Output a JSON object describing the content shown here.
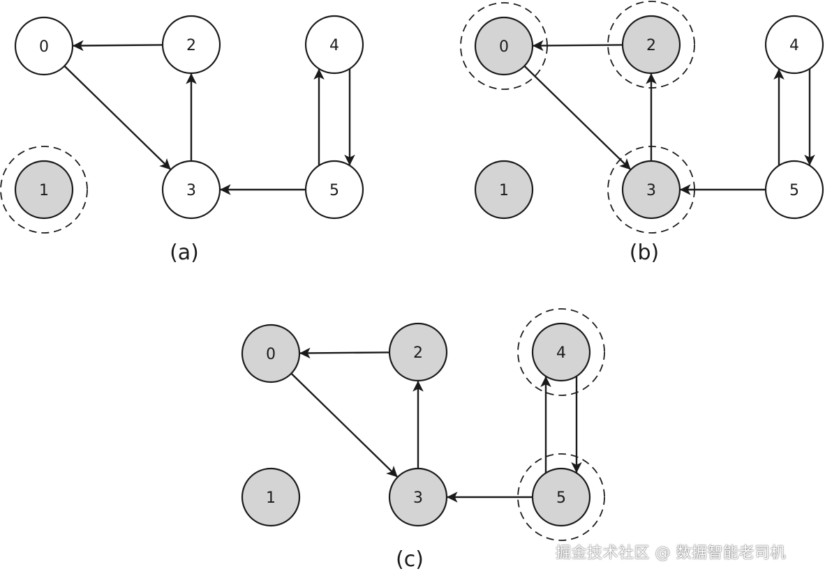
{
  "colors": {
    "visited_fill": "#d4d4d4",
    "unvisited_fill": "#ffffff",
    "stroke": "#1a1a1a"
  },
  "panels": [
    {
      "caption": "(a)",
      "nodes": [
        {
          "id": "0",
          "label": "0",
          "visited": false,
          "highlighted": false
        },
        {
          "id": "1",
          "label": "1",
          "visited": true,
          "highlighted": true
        },
        {
          "id": "2",
          "label": "2",
          "visited": false,
          "highlighted": false
        },
        {
          "id": "3",
          "label": "3",
          "visited": false,
          "highlighted": false
        },
        {
          "id": "4",
          "label": "4",
          "visited": false,
          "highlighted": false
        },
        {
          "id": "5",
          "label": "5",
          "visited": false,
          "highlighted": false
        }
      ],
      "edges": [
        {
          "from": "2",
          "to": "0"
        },
        {
          "from": "0",
          "to": "3"
        },
        {
          "from": "3",
          "to": "2"
        },
        {
          "from": "5",
          "to": "3"
        },
        {
          "from": "5",
          "to": "4"
        },
        {
          "from": "4",
          "to": "5"
        }
      ]
    },
    {
      "caption": "(b)",
      "nodes": [
        {
          "id": "0",
          "label": "0",
          "visited": true,
          "highlighted": true
        },
        {
          "id": "1",
          "label": "1",
          "visited": true,
          "highlighted": false
        },
        {
          "id": "2",
          "label": "2",
          "visited": true,
          "highlighted": true
        },
        {
          "id": "3",
          "label": "3",
          "visited": true,
          "highlighted": true
        },
        {
          "id": "4",
          "label": "4",
          "visited": false,
          "highlighted": false
        },
        {
          "id": "5",
          "label": "5",
          "visited": false,
          "highlighted": false
        }
      ],
      "edges": [
        {
          "from": "2",
          "to": "0"
        },
        {
          "from": "0",
          "to": "3"
        },
        {
          "from": "3",
          "to": "2"
        },
        {
          "from": "5",
          "to": "3"
        },
        {
          "from": "5",
          "to": "4"
        },
        {
          "from": "4",
          "to": "5"
        }
      ]
    },
    {
      "caption": "(c)",
      "nodes": [
        {
          "id": "0",
          "label": "0",
          "visited": true,
          "highlighted": false
        },
        {
          "id": "1",
          "label": "1",
          "visited": true,
          "highlighted": false
        },
        {
          "id": "2",
          "label": "2",
          "visited": true,
          "highlighted": false
        },
        {
          "id": "3",
          "label": "3",
          "visited": true,
          "highlighted": false
        },
        {
          "id": "4",
          "label": "4",
          "visited": true,
          "highlighted": true
        },
        {
          "id": "5",
          "label": "5",
          "visited": true,
          "highlighted": true
        }
      ],
      "edges": [
        {
          "from": "2",
          "to": "0"
        },
        {
          "from": "0",
          "to": "3"
        },
        {
          "from": "3",
          "to": "2"
        },
        {
          "from": "5",
          "to": "3"
        },
        {
          "from": "5",
          "to": "4"
        },
        {
          "from": "4",
          "to": "5"
        }
      ]
    }
  ],
  "watermark": "掘金技术社区 @ 数据智能老司机"
}
